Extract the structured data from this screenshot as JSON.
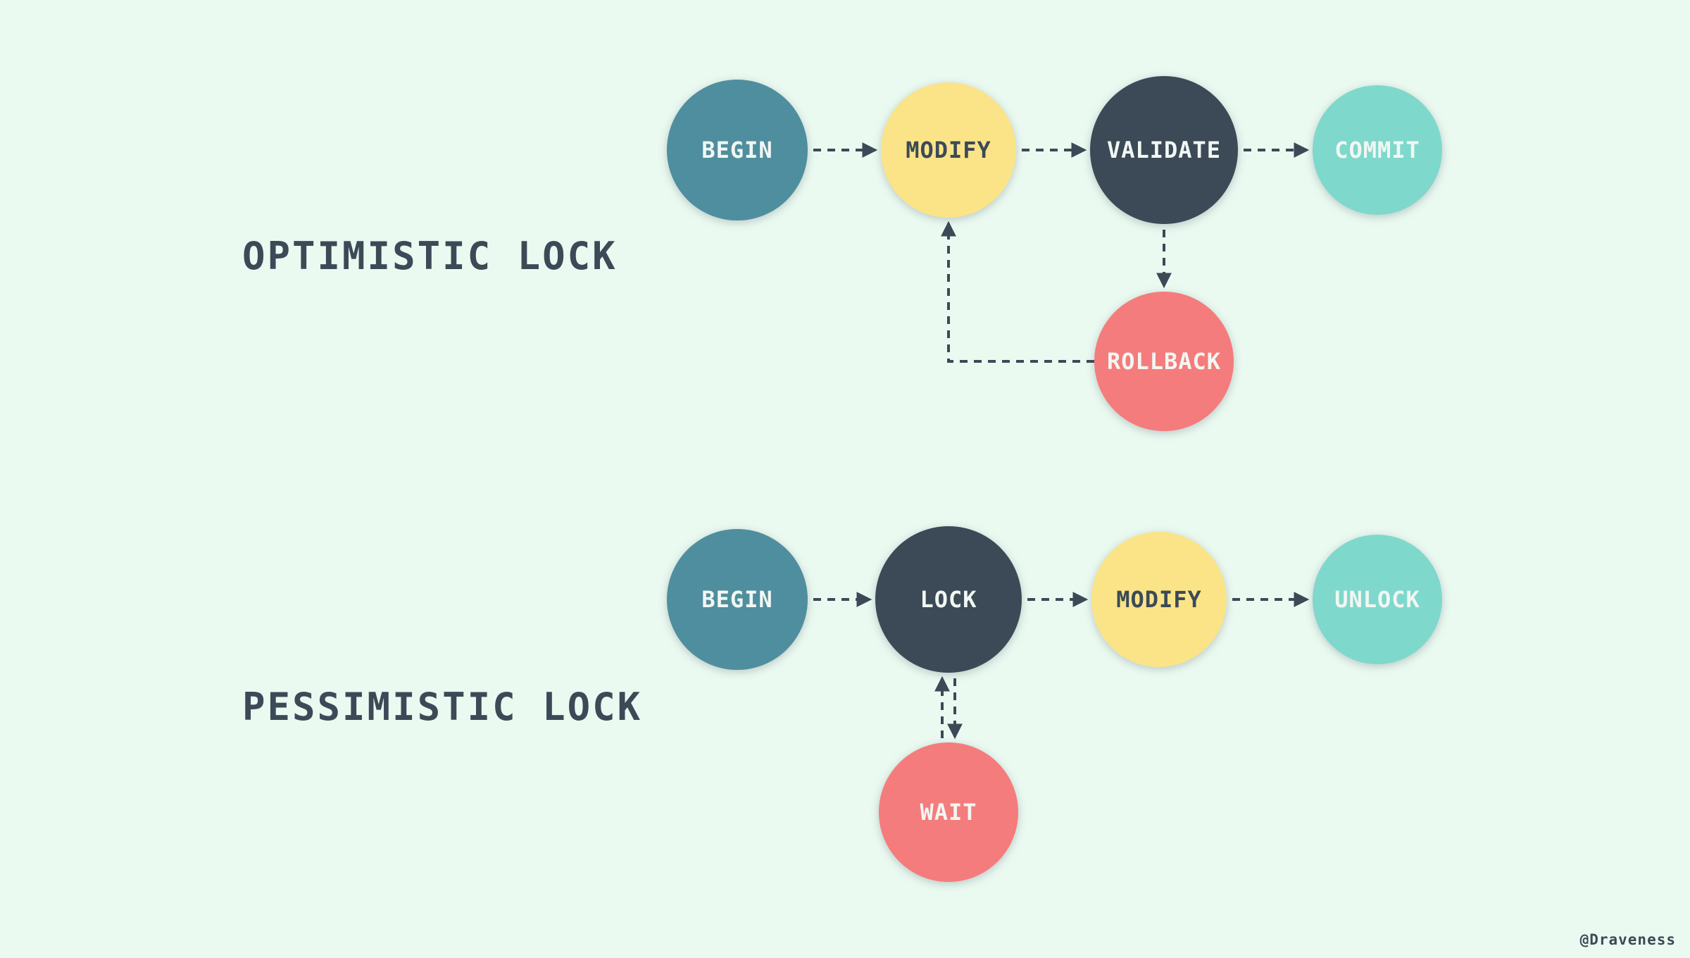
{
  "colors": {
    "background": "#eafaf1",
    "teal": "#4f8e9e",
    "yellow": "#fbe488",
    "dark": "#3c4a57",
    "turquoise": "#7fd8cc",
    "coral": "#f57c7c",
    "text_light": "#f1f7f3",
    "text_dark": "#3c4a57",
    "arrow": "#3c4a57"
  },
  "optimistic": {
    "title": "OPTIMISTIC LOCK",
    "nodes": {
      "begin": {
        "label": "BEGIN"
      },
      "modify": {
        "label": "MODIFY"
      },
      "validate": {
        "label": "VALIDATE"
      },
      "commit": {
        "label": "COMMIT"
      },
      "rollback": {
        "label": "ROLLBACK"
      }
    },
    "edges": [
      {
        "from": "BEGIN",
        "to": "MODIFY"
      },
      {
        "from": "MODIFY",
        "to": "VALIDATE"
      },
      {
        "from": "VALIDATE",
        "to": "COMMIT"
      },
      {
        "from": "VALIDATE",
        "to": "ROLLBACK"
      },
      {
        "from": "ROLLBACK",
        "to": "MODIFY"
      }
    ]
  },
  "pessimistic": {
    "title": "PESSIMISTIC LOCK",
    "nodes": {
      "begin": {
        "label": "BEGIN"
      },
      "lock": {
        "label": "LOCK"
      },
      "modify": {
        "label": "MODIFY"
      },
      "unlock": {
        "label": "UNLOCK"
      },
      "wait": {
        "label": "WAIT"
      }
    },
    "edges": [
      {
        "from": "BEGIN",
        "to": "LOCK"
      },
      {
        "from": "LOCK",
        "to": "MODIFY"
      },
      {
        "from": "MODIFY",
        "to": "UNLOCK"
      },
      {
        "from": "LOCK",
        "to": "WAIT"
      },
      {
        "from": "WAIT",
        "to": "LOCK"
      }
    ]
  },
  "credit": "@Draveness"
}
